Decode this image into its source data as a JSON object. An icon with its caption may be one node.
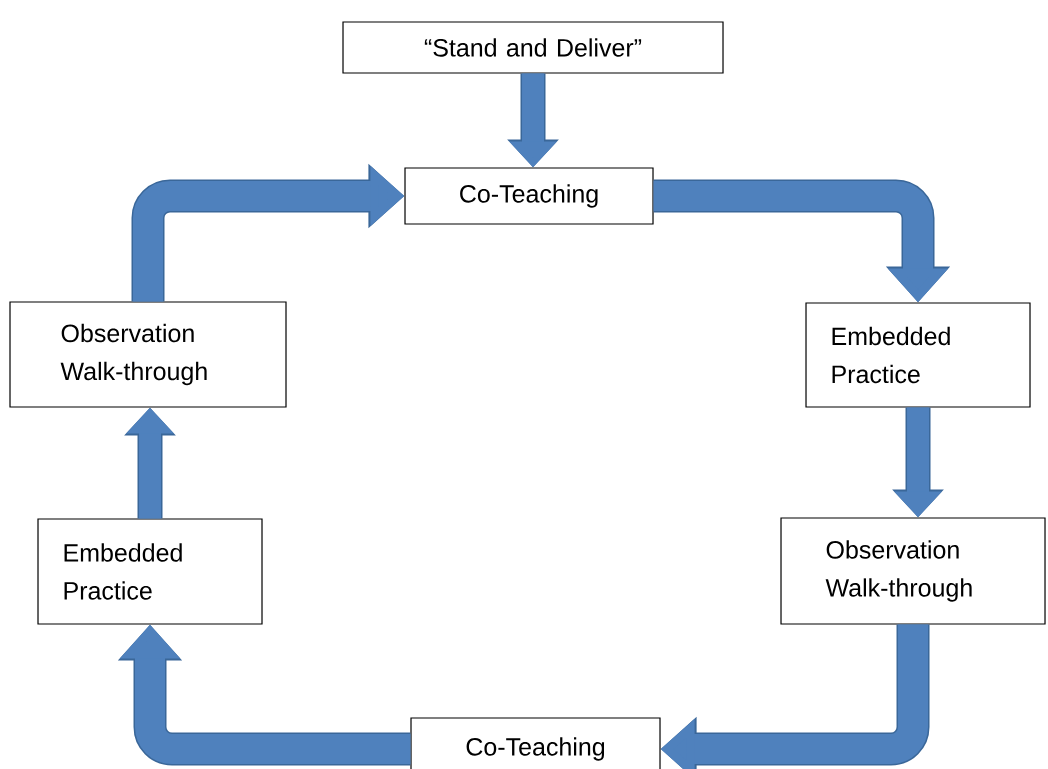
{
  "diagram": {
    "nodes": [
      {
        "text": [
          "“Stand and Deliver”"
        ]
      },
      {
        "text": [
          "Co-Teaching"
        ]
      },
      {
        "text": [
          "Embedded Practice"
        ]
      },
      {
        "text": [
          "Observation Walk-through"
        ]
      },
      {
        "text": [
          "Co-Teaching"
        ]
      },
      {
        "text": [
          "Embedded Practice"
        ]
      },
      {
        "text": [
          "Observation Walk-through"
        ]
      }
    ],
    "edges": [
      {
        "from": 0,
        "to": 1,
        "arrow": "to"
      },
      {
        "from": 1,
        "to": 2,
        "arrow": "to"
      },
      {
        "from": 2,
        "to": 3,
        "arrow": "to"
      },
      {
        "from": 3,
        "to": 4,
        "arrow": "to"
      },
      {
        "from": 4,
        "to": 5,
        "arrow": "to"
      },
      {
        "from": 5,
        "to": 6,
        "arrow": "to"
      },
      {
        "from": 6,
        "to": 1,
        "arrow": "to"
      }
    ]
  }
}
